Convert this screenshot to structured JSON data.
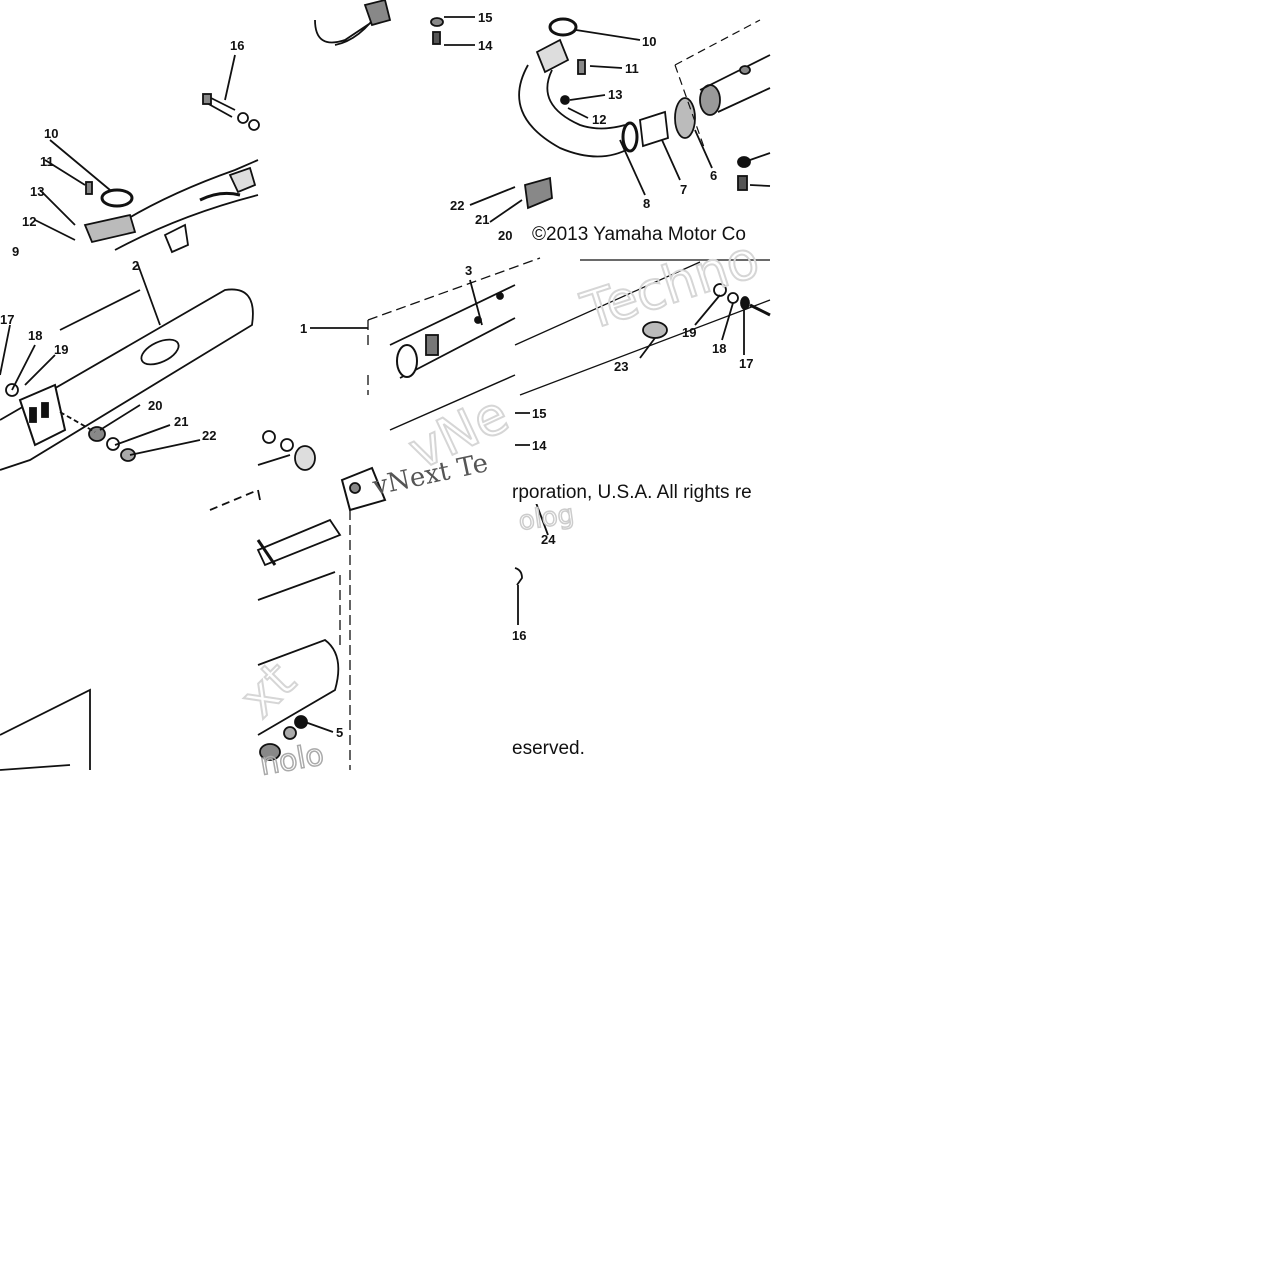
{
  "copyright": {
    "part1": "©2013 Yamaha Motor Co",
    "part2": "rporation, U.S.A. All rights re",
    "part3": "eserved."
  },
  "watermark": {
    "word1": "Techno",
    "word2": "vNext Te",
    "word3": "vNe",
    "word4": "xt",
    "word5": "nolo",
    "word6": "olog"
  },
  "callouts": {
    "q1": [
      "16",
      "10",
      "11",
      "13",
      "12",
      "9",
      "2",
      "17",
      "18",
      "19",
      "20",
      "21",
      "22"
    ],
    "q2": [
      "15",
      "14",
      "10",
      "11",
      "13",
      "12",
      "6",
      "7",
      "8",
      "22",
      "21",
      "20"
    ],
    "q3": [
      "3",
      "1",
      "15",
      "14",
      "5"
    ],
    "q4": [
      "19",
      "18",
      "17",
      "23",
      "24",
      "16"
    ]
  }
}
